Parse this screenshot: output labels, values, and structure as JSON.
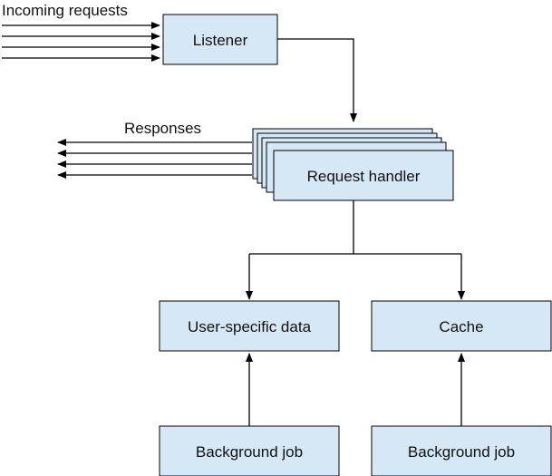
{
  "labels": {
    "incoming_requests": "Incoming requests",
    "responses": "Responses"
  },
  "nodes": {
    "listener": "Listener",
    "request_handler": "Request handler",
    "user_specific_data": "User-specific data",
    "cache": "Cache",
    "background_job_left": "Background job",
    "background_job_right": "Background job"
  },
  "colors": {
    "box_fill": "#d6e8f5",
    "stroke": "#000000"
  }
}
